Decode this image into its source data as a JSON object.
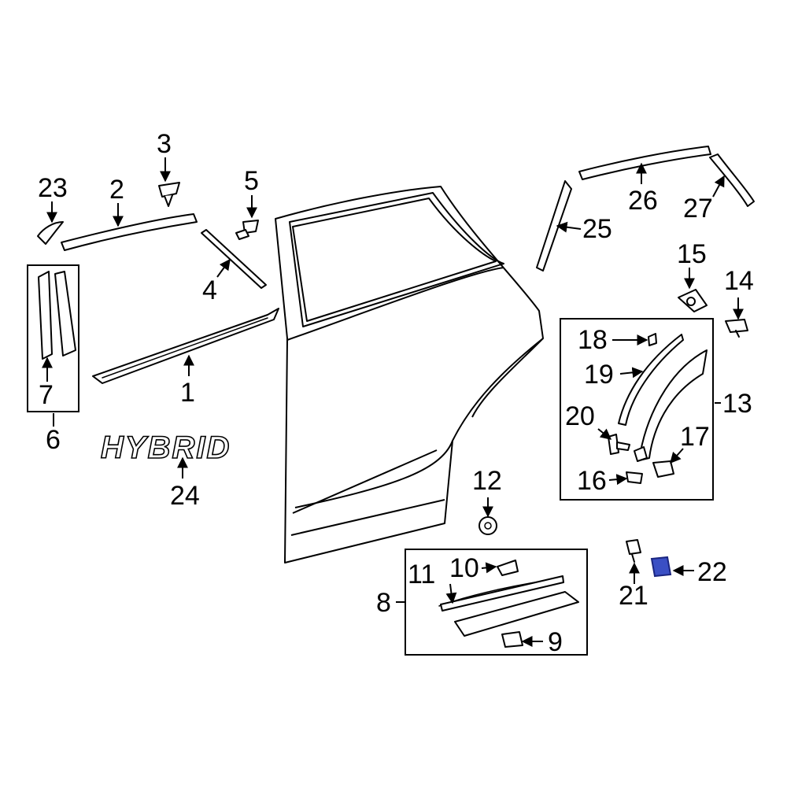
{
  "callouts": {
    "c1": "1",
    "c2": "2",
    "c3": "3",
    "c4": "4",
    "c5": "5",
    "c6": "6",
    "c7": "7",
    "c8": "8",
    "c9": "9",
    "c10": "10",
    "c11": "11",
    "c12": "12",
    "c13": "13",
    "c14": "14",
    "c15": "15",
    "c16": "16",
    "c17": "17",
    "c18": "18",
    "c19": "19",
    "c20": "20",
    "c21": "21",
    "c22": "22",
    "c23": "23",
    "c24": "24",
    "c25": "25",
    "c26": "26",
    "c27": "27"
  },
  "emblem_text": "HYBRID",
  "colors": {
    "line": "#000000",
    "highlight": "#3a4fc4",
    "background": "#ffffff"
  }
}
